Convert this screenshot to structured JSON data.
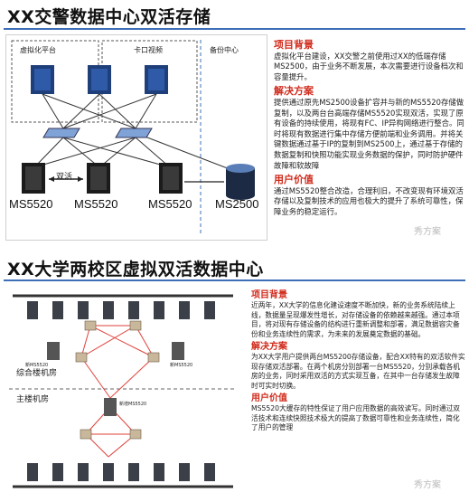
{
  "top": {
    "title": "XX交警数据中心双活存储",
    "diagram": {
      "zone_virtual": "虚拟化平台",
      "zone_checkpoint": "卡口视频",
      "zone_backup": "备份中心",
      "link_label": "双活",
      "storage_labels": [
        "MS5520",
        "MS5520",
        "MS5520",
        "MS2500"
      ]
    },
    "sections": [
      {
        "heading": "项目背景",
        "body": "虚拟化平台建设，XX交警之前使用过XX的低端存储MS2500，由于业务不断发展，本次需要进行设备档次和容量提升。"
      },
      {
        "heading": "解决方案",
        "body": "提供通过原先MS2500设备扩容并与新的MS5520存储做复制，以及两台台高端存储MS5520实现双活，实现了原有设备的持续使用，将现有FC、IP异构网络进行整合。同时将现有数据进行集中存储方便前端和业务调用。并将关键数据通过基于IP的复制到MS2500上，通过基于存储的数据复制和快照功能实现业务数据的保护，同时防护硬件故障和软故障"
      },
      {
        "heading": "用户价值",
        "body": "通过MS5520整合改造，合理利旧，不改变现有环境双活存储以及复制技术的应用也极大的提升了系统可靠性，保障业务的稳定运行。"
      }
    ],
    "watermark": "秀方案"
  },
  "bottom": {
    "title": "XX大学两校区虚拟双活数据中心",
    "diagram": {
      "site_a": "综合楼机房",
      "site_b": "主楼机房",
      "device_a1": "新MS5520",
      "device_a2": "新MS5520",
      "device_b": "新增MS5520"
    },
    "sections": [
      {
        "heading": "项目背景",
        "body": "近两年，XX大学的信息化建设速度不断加快，新的业务系统陆续上线，数据量呈现爆发性增长，对存储设备的依赖越来越强。通过本项目，将对现有存储设备的结构进行重新调整和部署，满足数据容灾备份和业务连续性的需求，为未来的发展奠定数据的基础。"
      },
      {
        "heading": "解决方案",
        "body": "为XX大学用户提供两台MS5200存储设备，配合XX特有的双活软件实现存储双活部署。在两个机房分别部署一台MS5520，分别承载各机房的业务，同时采用双活的方式实现互备，在其中一台存储发生故障时可实时切换。"
      },
      {
        "heading": "用户价值",
        "body": "MS5520大缓存的特性保证了用户应用数据的高效读写。同时通过双活技术和连续快照技术极大的提高了数据可靠性和业务连续性，简化了用户的管理"
      }
    ],
    "watermark": "秀方案"
  },
  "colors": {
    "accent_blue": "#3d6fb8",
    "heading_red": "#d02b1c",
    "link_red": "#e0413a"
  }
}
